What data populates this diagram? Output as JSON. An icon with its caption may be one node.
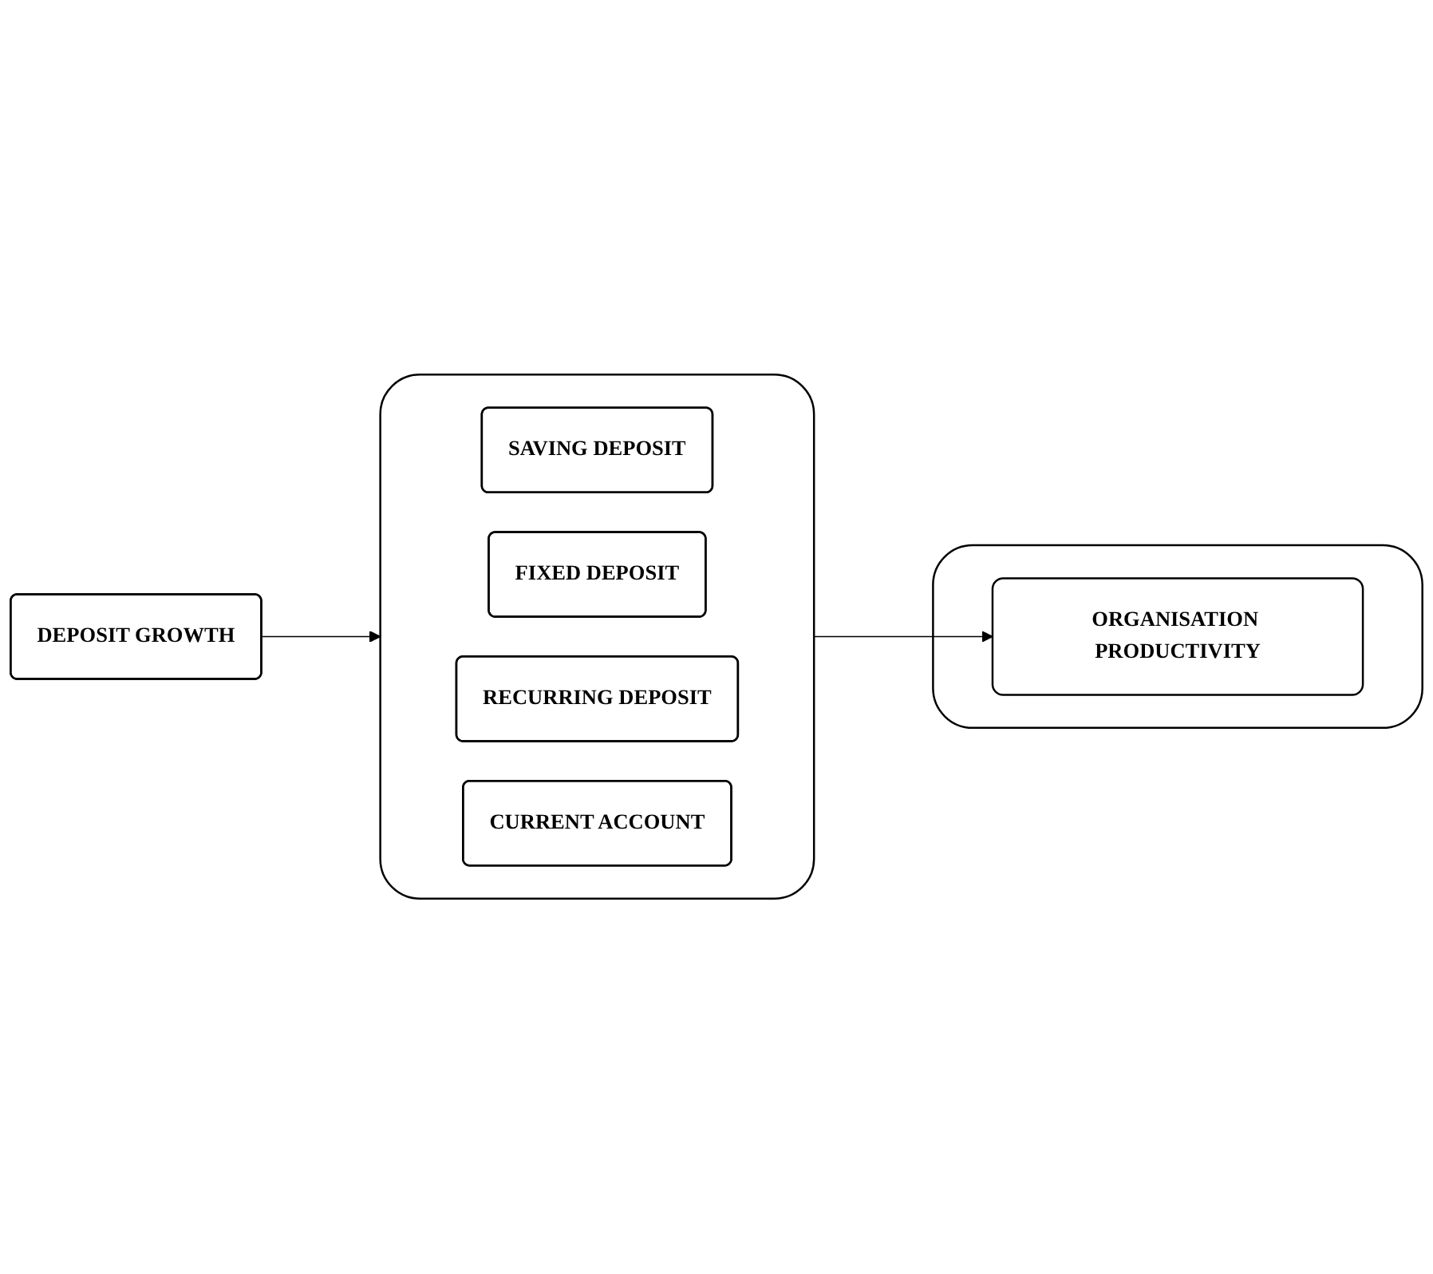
{
  "diagram": {
    "nodes": [
      {
        "text": [
          "DEPOSIT GROWTH"
        ]
      },
      {
        "text": [],
        "shape": "box"
      },
      {
        "text": [
          "SAVING DEPOSIT"
        ],
        "in": 1
      },
      {
        "text": [
          "FIXED DEPOSIT"
        ],
        "in": 1
      },
      {
        "text": [
          "RECURRING DEPOSIT"
        ],
        "in": 1
      },
      {
        "text": [
          "CURRENT ACCOUNT"
        ],
        "in": 1
      },
      {
        "text": [],
        "shape": "box"
      },
      {
        "text": [
          "ORGANISATION PRODUCTIVITY"
        ],
        "in": 6
      }
    ],
    "edges": [
      {
        "from": 0,
        "to": 1,
        "arrow": "to"
      },
      {
        "from": 1,
        "to": 7,
        "arrow": "to"
      }
    ]
  }
}
